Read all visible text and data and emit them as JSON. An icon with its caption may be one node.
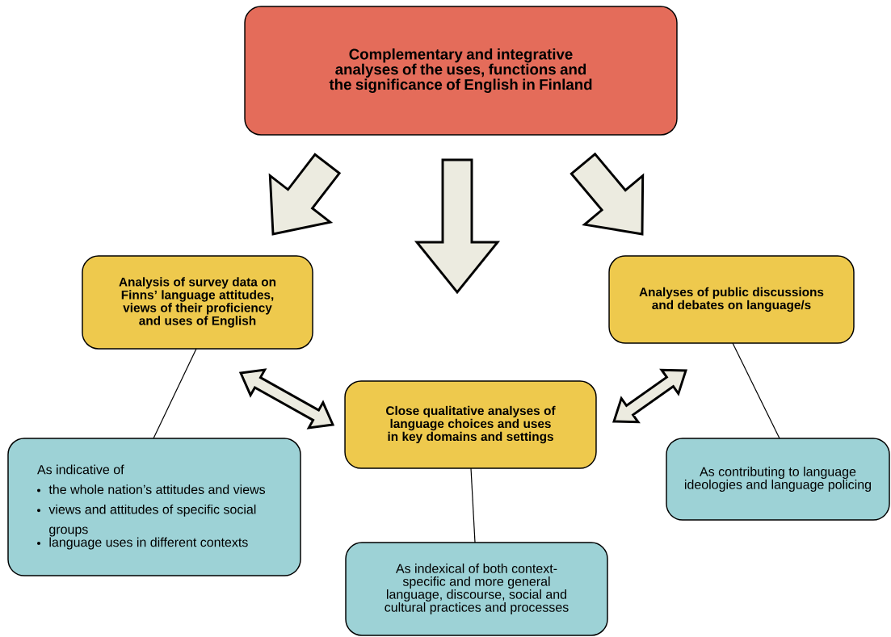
{
  "diagram": {
    "nodes": [
      {
        "text": [
          "Complementary and integrative analyses of the uses, functions and the significance of English in Finland"
        ]
      },
      {
        "text": [
          "Analysis of survey data on Finns’ language attitudes, views of their proficiency and uses of English"
        ]
      },
      {
        "text": [
          "Analyses of public discussions and debates on language/s"
        ]
      },
      {
        "text": [
          "Close qualitative analyses of language choices and uses in key domains and settings"
        ]
      },
      {
        "text": [
          "As indicative of",
          "the whole nation’s attitudes and views",
          "views and attitudes of specific social groups",
          "language uses in different contexts"
        ]
      },
      {
        "text": [
          "As indexical of both context-specific and more general language, discourse, social and cultural practices and processes"
        ]
      },
      {
        "text": [
          "As contributing to language ideologies and language policing"
        ]
      }
    ],
    "edges": [
      {
        "from": 0,
        "to": 1,
        "arrow": "to"
      },
      {
        "from": 0,
        "to": 3,
        "arrow": "to"
      },
      {
        "from": 0,
        "to": 2,
        "arrow": "to"
      },
      {
        "from": 1,
        "to": 3,
        "arrow": "both"
      },
      {
        "from": 3,
        "to": 2,
        "arrow": "both"
      },
      {
        "from": 1,
        "to": 4,
        "arrow": "none"
      },
      {
        "from": 3,
        "to": 5,
        "arrow": "none"
      },
      {
        "from": 2,
        "to": 6,
        "arrow": "none"
      }
    ]
  }
}
